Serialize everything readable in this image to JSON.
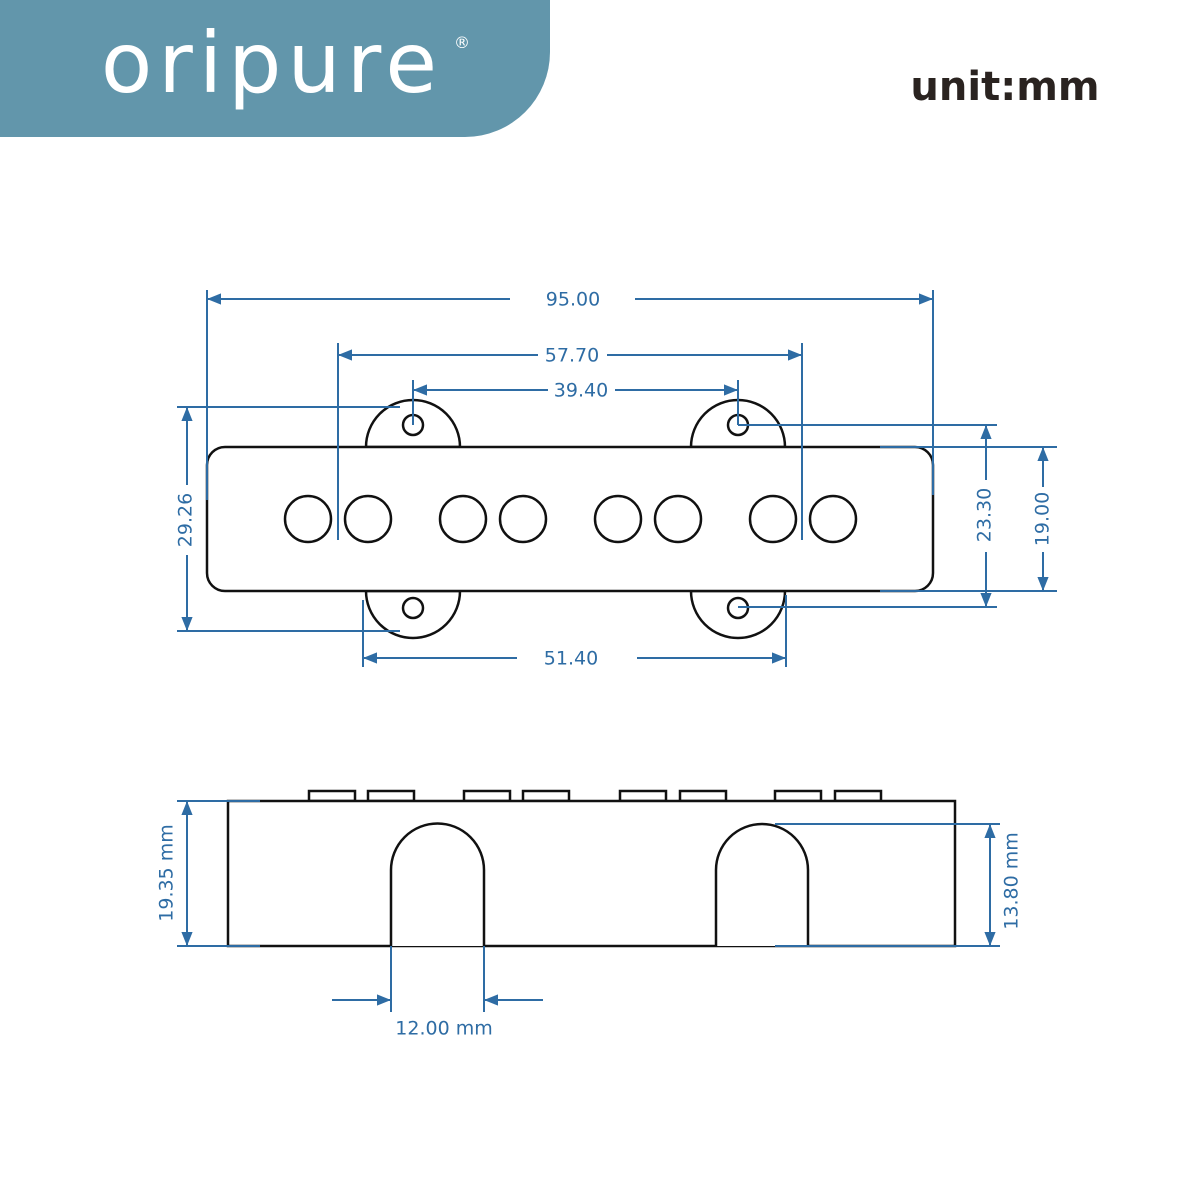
{
  "brand": {
    "name": "oripure",
    "registered_mark": "®",
    "band_color": "#6296ab"
  },
  "unit_label": "unit:mm",
  "colors": {
    "dimension": "#2e6ca4",
    "outline": "#111111"
  },
  "top_view": {
    "dimensions": {
      "overall_length": "95.00",
      "pole_span": "57.70",
      "top_mount_holes": "39.40",
      "overall_width": "29.26",
      "mount_hole_spacing": "23.30",
      "body_width": "19.00",
      "bottom_mount_ears": "51.40"
    },
    "pole_count": 8
  },
  "side_view": {
    "dimensions": {
      "height": "19.35 mm",
      "arch_height": "13.80 mm",
      "arch_width": "12.00 mm"
    }
  }
}
